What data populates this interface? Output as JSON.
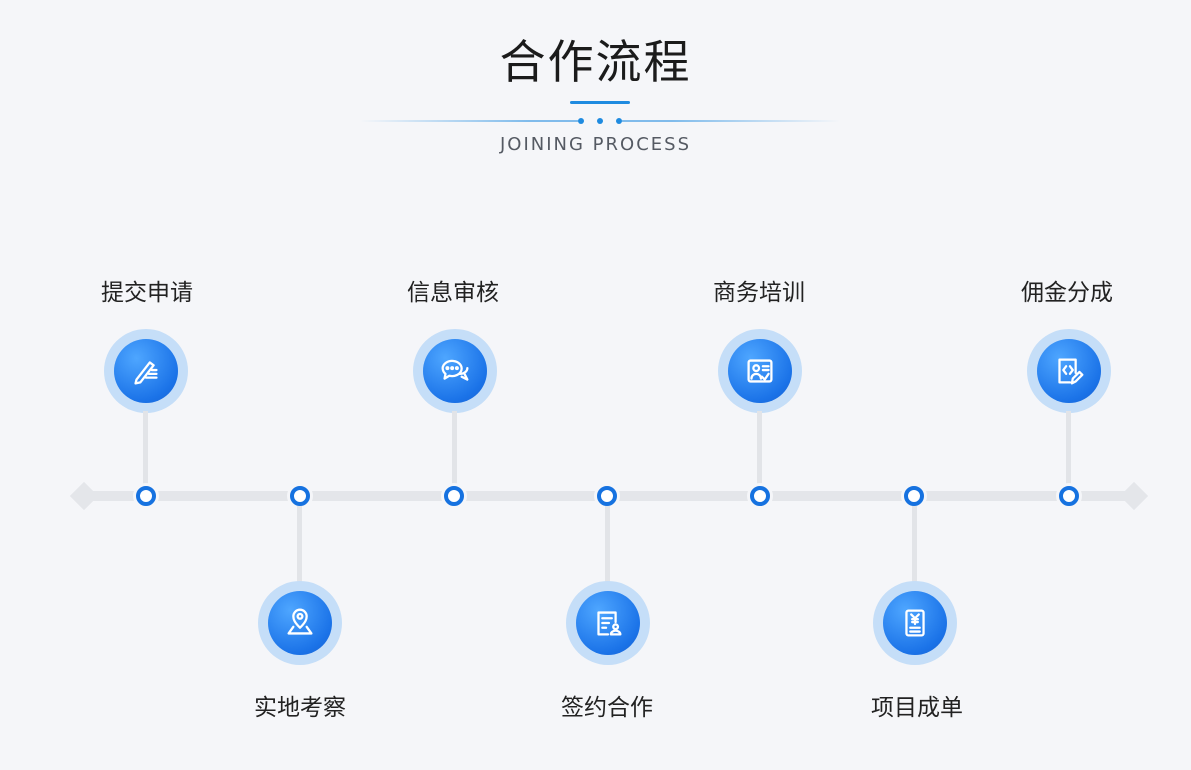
{
  "header": {
    "title": "合作流程",
    "subtitle": "JOINING PROCESS"
  },
  "steps": [
    {
      "label": "提交申请",
      "icon": "edit-form-icon",
      "position": "top"
    },
    {
      "label": "实地考察",
      "icon": "map-location-icon",
      "position": "bottom"
    },
    {
      "label": "信息审核",
      "icon": "chat-bubbles-icon",
      "position": "top"
    },
    {
      "label": "签约合作",
      "icon": "contract-sign-icon",
      "position": "bottom"
    },
    {
      "label": "商务培训",
      "icon": "training-board-icon",
      "position": "top"
    },
    {
      "label": "项目成单",
      "icon": "invoice-yen-icon",
      "position": "bottom"
    },
    {
      "label": "佣金分成",
      "icon": "code-document-icon",
      "position": "top"
    }
  ],
  "colors": {
    "accent": "#1b73e8",
    "halo": "#c5def8",
    "line": "#e4e6ea",
    "background": "#f5f6f9"
  }
}
